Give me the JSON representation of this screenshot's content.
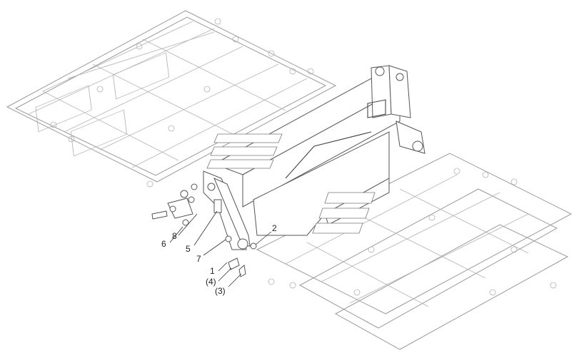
{
  "callouts": {
    "c1": "1",
    "c2": "2",
    "c3": "(3)",
    "c4": "(4)",
    "c5": "5",
    "c6": "6",
    "c7": "7",
    "c8": "8"
  }
}
